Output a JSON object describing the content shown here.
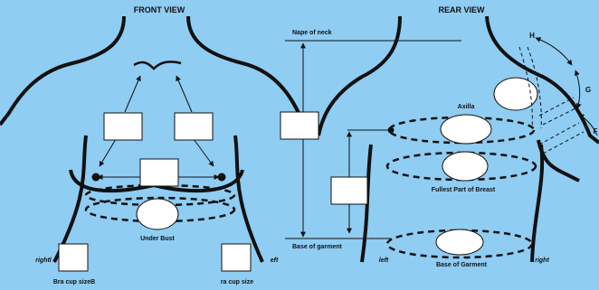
{
  "colors": {
    "background": "#8fcdf3",
    "stroke": "#111111",
    "box_fill": "#ffffff"
  },
  "front": {
    "title": "FRONT VIEW",
    "under_bust": "Under Bust",
    "side_left": "rightl",
    "side_right": "eft",
    "cup_left": "Bra cup sizeB",
    "cup_right": "ra cup size"
  },
  "rear": {
    "title": "REAR VIEW",
    "nape": "Nape of neck",
    "axilla": "Axilla",
    "fullest": "Fullest Part of Breast",
    "base_left": "Base of garment",
    "base_garment": "Base of Garment",
    "side_left": "left",
    "side_right": "right",
    "letter_h": "H",
    "letter_g": "G",
    "letter_f": "F"
  }
}
